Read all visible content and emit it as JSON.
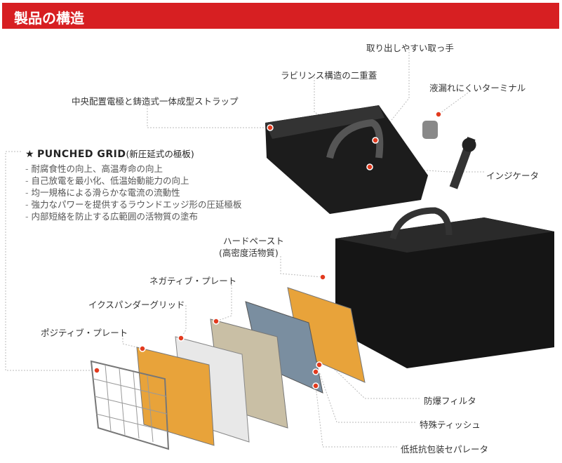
{
  "header": {
    "title": "製品の構造"
  },
  "features": {
    "star": "★",
    "title": "PUNCHED GRID",
    "subtitle": "(新圧延式の極板)",
    "items": [
      "耐腐食性の向上、高温寿命の向上",
      "自己放電を最小化、低温始動能力の向上",
      "均一規格による滑らかな電流の流動性",
      "強力なパワーを提供するラウンドエッジ形の圧延極板",
      "内部短絡を防止する広範囲の活物質の塗布"
    ]
  },
  "labels": {
    "handle": "取り出しやすい取っ手",
    "labyrinth": "ラビリンス構造の二重蓋",
    "terminal": "液漏れにくいターミナル",
    "strap": "中央配置電極と鋳造式一体成型ストラップ",
    "indicator": "インジケータ",
    "paste1": "ハードペースト",
    "paste2": "(高密度活物質)",
    "negative": "ネガティブ・プレート",
    "expander": "イクスパンダーグリッド",
    "positive": "ポジティブ・プレート",
    "filter": "防爆フィルタ",
    "tissue": "特殊ティッシュ",
    "separator": "低抵抗包装セパレータ"
  },
  "colors": {
    "accent": "#d71f22",
    "plate": "#e8a33a",
    "marker": "#e23a1e"
  }
}
